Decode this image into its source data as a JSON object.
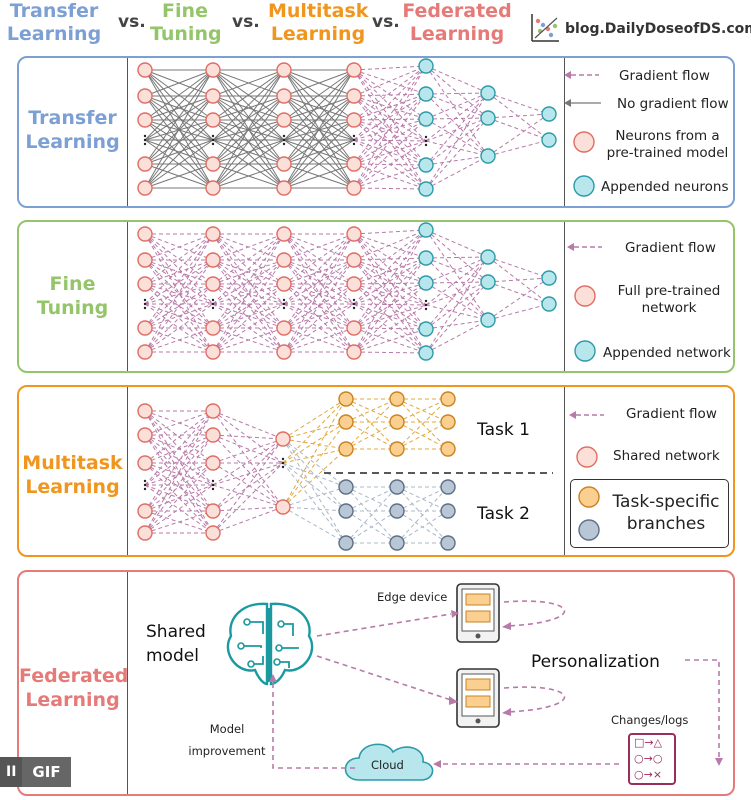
{
  "header": {
    "transfer": "Transfer\nLearning",
    "vs1": "vs.",
    "fine": "Fine\nTuning",
    "vs2": "vs.",
    "multitask": "Multitask\nLearning",
    "vs3": "vs.",
    "federated": "Federated\nLearning",
    "blog": "blog.DailyDoseofDS.com"
  },
  "colors": {
    "transfer": "#7c9fd4",
    "fine": "#94c56b",
    "multitask": "#f0961e",
    "federated": "#e57a78",
    "pink_neuron": "#fbe0da",
    "pink_stroke": "#e06d63",
    "teal_neuron": "#b7e7ec",
    "teal_stroke": "#2c9aa8",
    "orange_neuron": "#fbcf8f",
    "grey_neuron": "#b9c6d6",
    "gradient": "#b77aa9"
  },
  "transfer_panel": {
    "label": "Transfer\nLearning",
    "legend": {
      "gradient": "Gradient flow",
      "no_gradient": "No gradient flow",
      "pretrained": "Neurons from a\npre-trained model",
      "appended": "Appended neurons"
    }
  },
  "fine_panel": {
    "label": "Fine\nTuning",
    "legend": {
      "gradient": "Gradient flow",
      "full": "Full pre-trained\nnetwork",
      "appended": "Appended network"
    }
  },
  "multitask_panel": {
    "label": "Multitask\nLearning",
    "task1": "Task 1",
    "task2": "Task 2",
    "legend": {
      "gradient": "Gradient flow",
      "shared": "Shared network",
      "branches": "Task-specific\nbranches"
    }
  },
  "federated_panel": {
    "label": "Federated\nLearning",
    "shared_model": "Shared\nmodel",
    "edge_device": "Edge device",
    "personalization": "Personalization",
    "changes": "Changes/logs",
    "cloud": "Cloud",
    "model_improvement": "Model\nimprovement"
  },
  "badge": {
    "pause": "II",
    "gif": "GIF"
  }
}
